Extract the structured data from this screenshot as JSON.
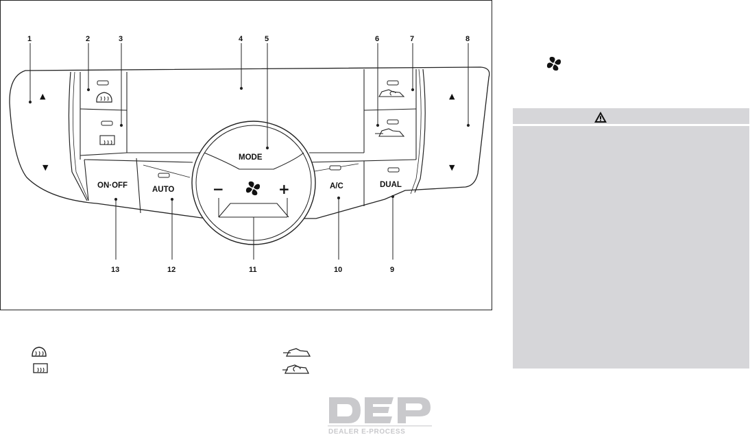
{
  "diagram": {
    "callouts": [
      "1",
      "2",
      "3",
      "4",
      "5",
      "6",
      "7",
      "8",
      "9",
      "10",
      "11",
      "12",
      "13"
    ],
    "buttons": {
      "mode": "MODE",
      "on_off": "ON·OFF",
      "auto": "AUTO",
      "ac": "A/C",
      "dual": "DUAL",
      "up_arrow": "▲",
      "down_arrow": "▼",
      "fan_minus": "−",
      "fan_plus": "+"
    }
  },
  "sidebar": {
    "fan_icon": "fan-icon",
    "warning_icon": "warning-triangle-icon"
  },
  "legend": {
    "icons": [
      "front-defroster-icon",
      "rear-defroster-icon",
      "outside-air-icon",
      "recirculation-icon"
    ]
  },
  "watermark": {
    "logo": "DEP",
    "tagline": "DEALER E-PROCESS"
  },
  "colors": {
    "warning_panel": "#d6d6d9",
    "line": "#222222",
    "panel_fill": "#ffffff"
  }
}
